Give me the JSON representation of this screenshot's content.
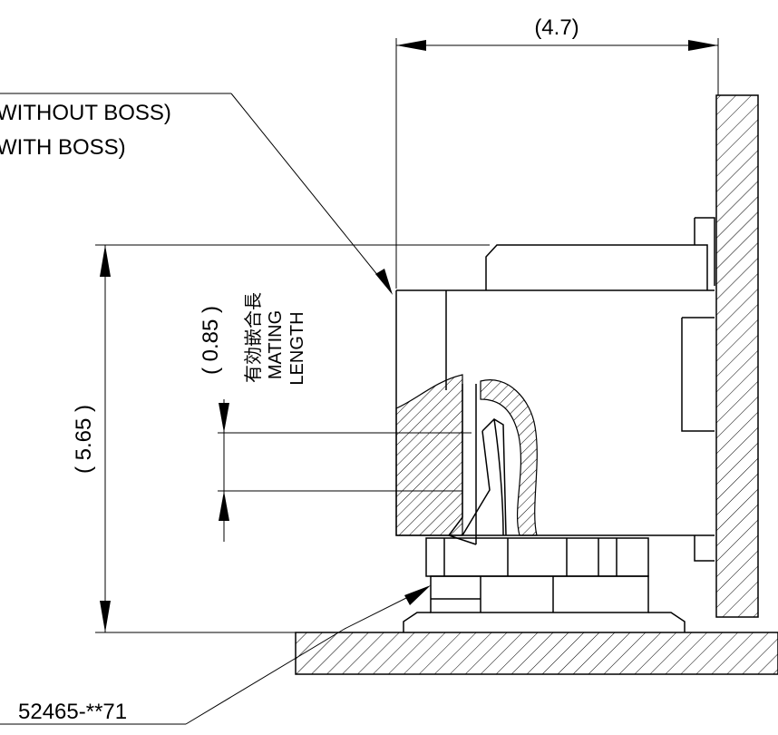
{
  "dimensions": {
    "width_dim": "(4.7)",
    "height_dim": "( 5.65 )",
    "mating_dim": "( 0.85 )"
  },
  "labels": {
    "without_boss": "WITHOUT BOSS)",
    "with_boss": "WITH BOSS)",
    "mating_jp": "有効嵌合長",
    "mating_en_1": "MATING",
    "mating_en_2": "LENGTH",
    "part_number": "52465-**71"
  }
}
